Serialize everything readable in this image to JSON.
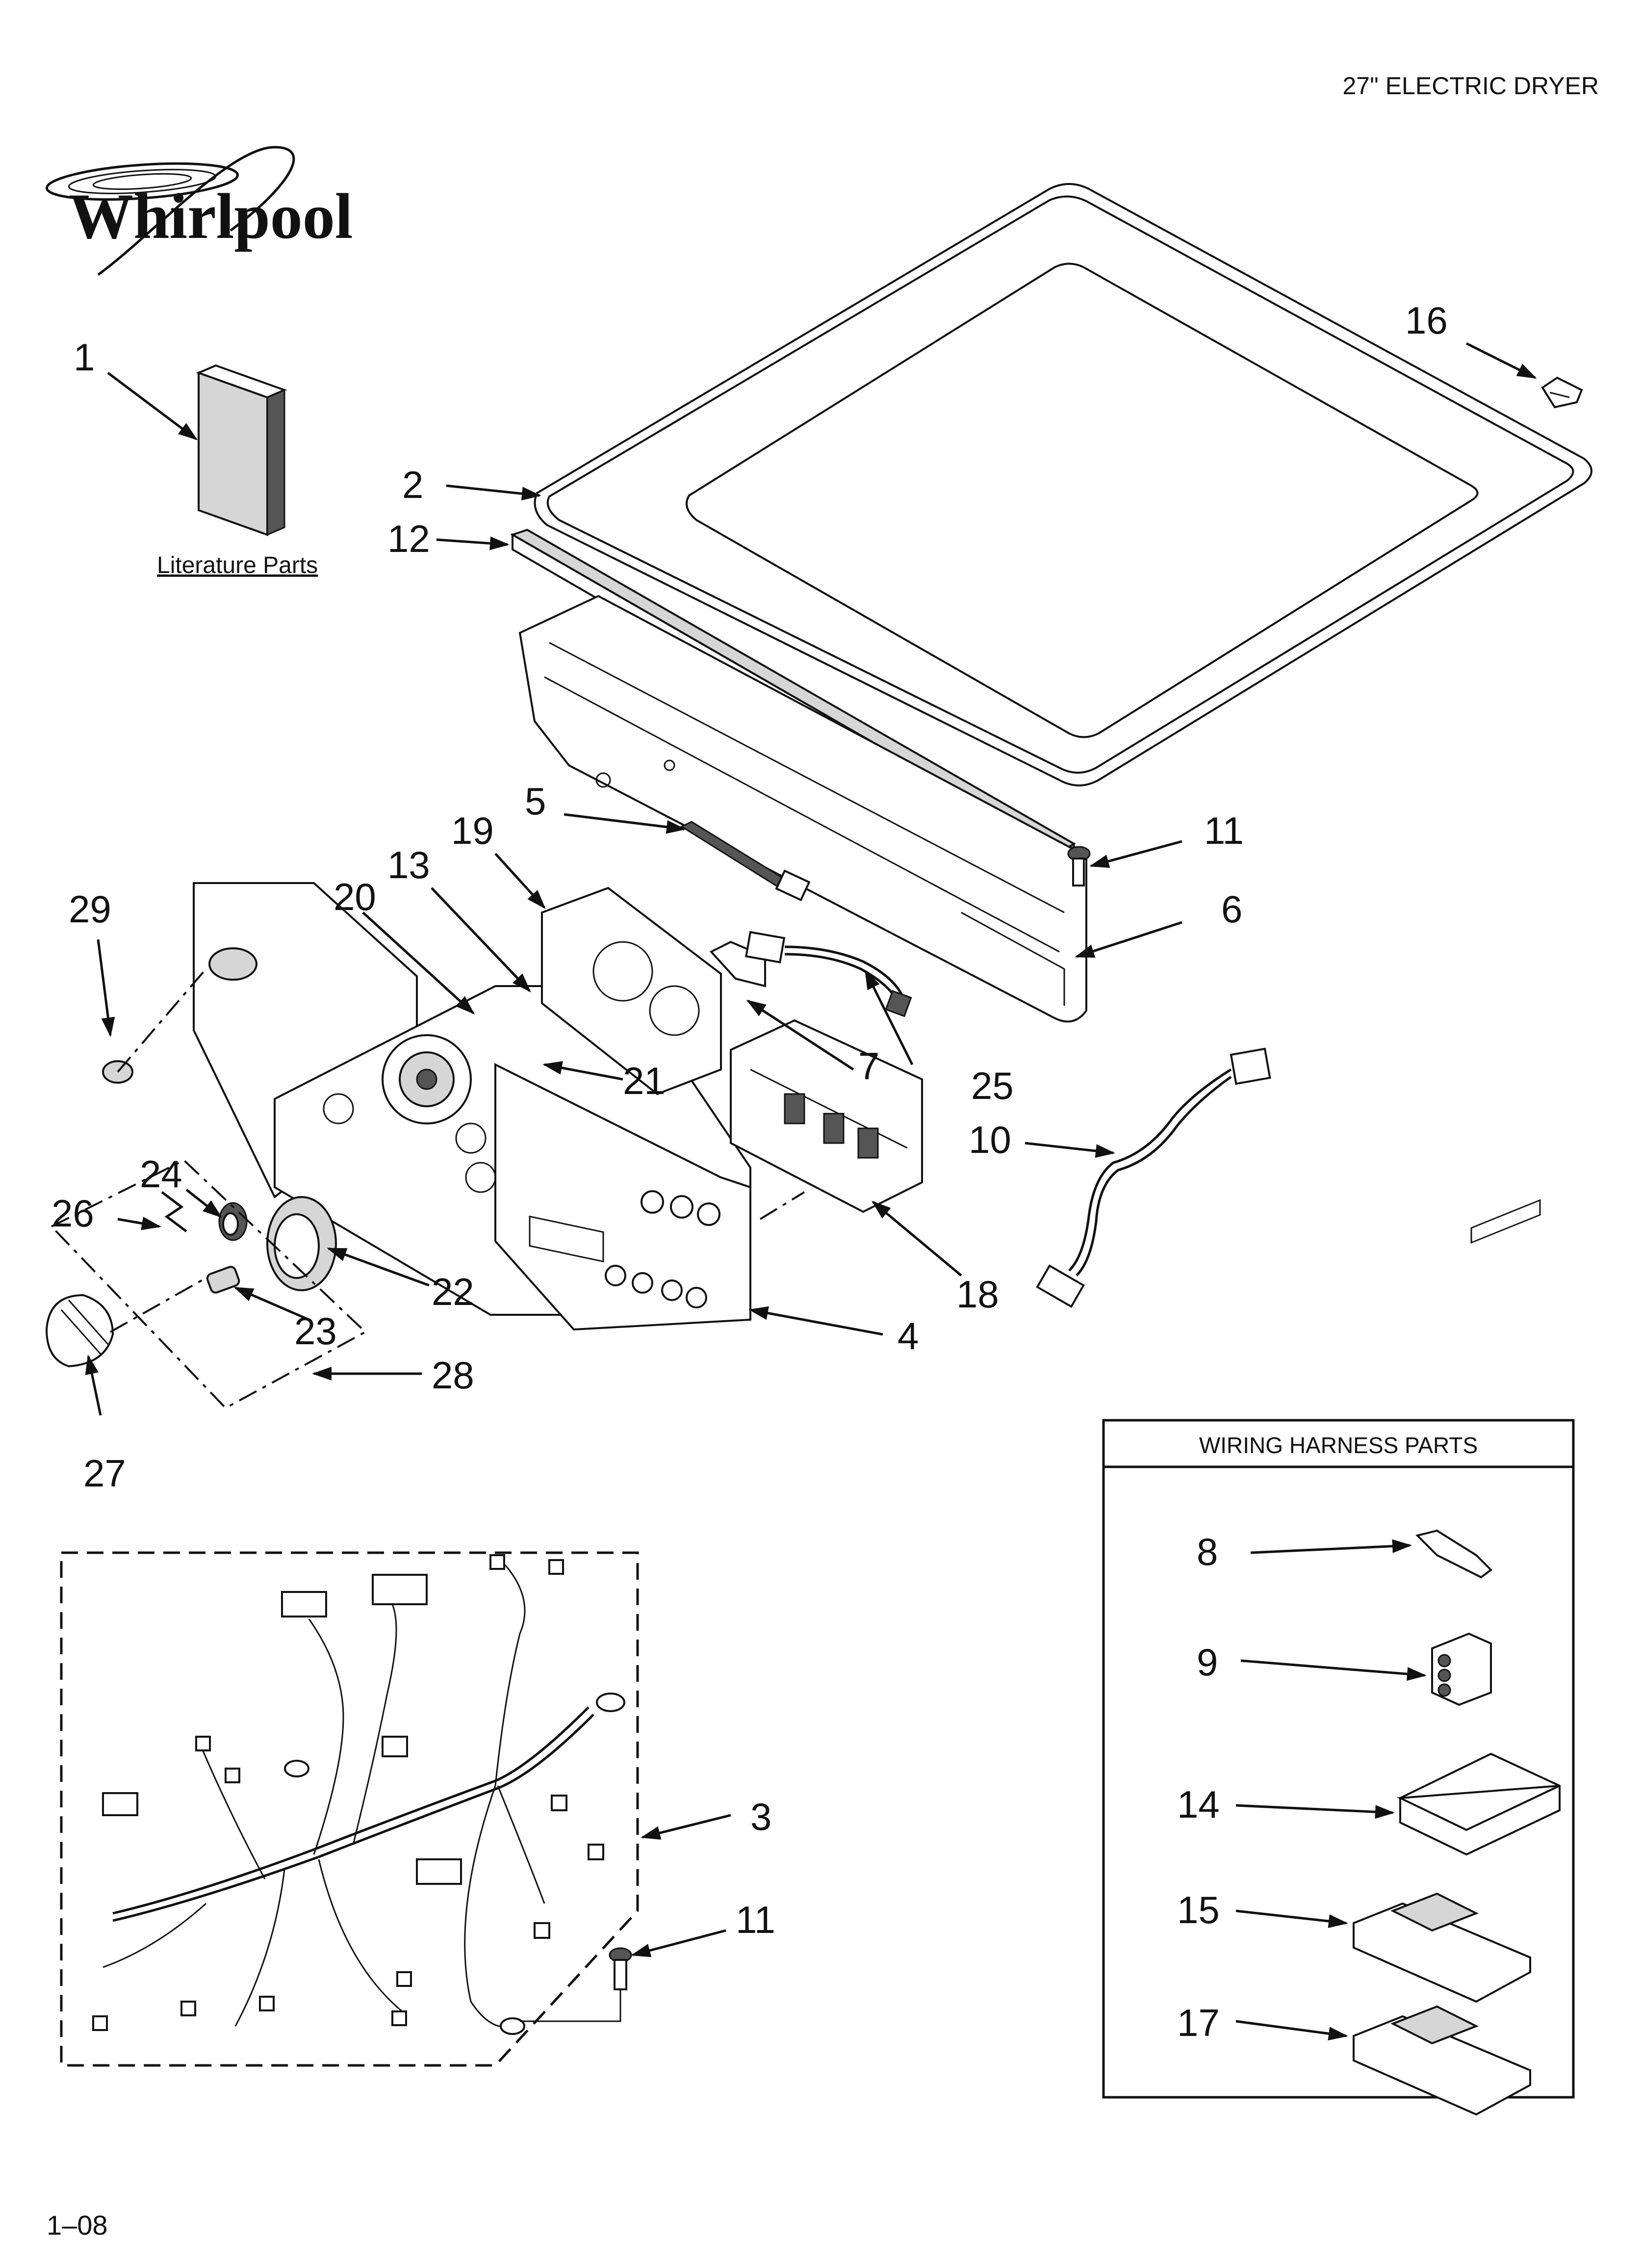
{
  "header": {
    "title": "27\" ELECTRIC DRYER"
  },
  "brand": {
    "logo_text": "Whirlpool"
  },
  "literature": {
    "label": "Literature Parts"
  },
  "callouts": {
    "c1": "1",
    "c2": "2",
    "c3": "3",
    "c4": "4",
    "c5": "5",
    "c6": "6",
    "c7": "7",
    "c8": "8",
    "c9": "9",
    "c10": "10",
    "c11a": "11",
    "c11b": "11",
    "c12": "12",
    "c13": "13",
    "c14": "14",
    "c15": "15",
    "c16": "16",
    "c17": "17",
    "c18": "18",
    "c19": "19",
    "c20": "20",
    "c21": "21",
    "c22": "22",
    "c23": "23",
    "c24": "24",
    "c25": "25",
    "c26": "26",
    "c27": "27",
    "c28": "28",
    "c29": "29"
  },
  "wiring_box": {
    "title": "WIRING HARNESS PARTS"
  },
  "footer": {
    "page_code": "1–08"
  },
  "icons": [
    "arrow-icon"
  ]
}
